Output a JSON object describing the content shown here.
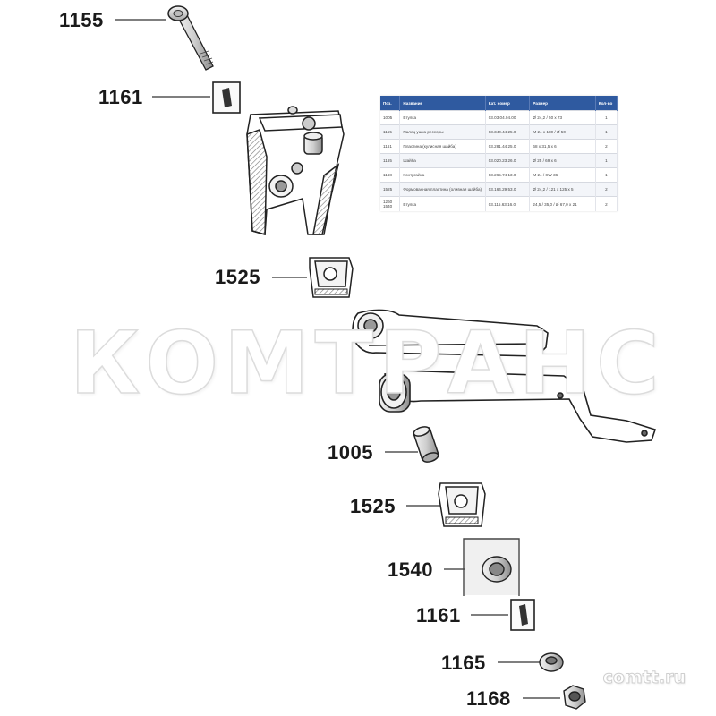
{
  "callouts": {
    "c1155": "1155",
    "c1161a": "1161",
    "c1525a": "1525",
    "c1005": "1005",
    "c1525b": "1525",
    "c1540": "1540",
    "c1161b": "1161",
    "c1165": "1165",
    "c1168": "1168"
  },
  "watermark": "КОМТРАНС",
  "site": "comtt.ru",
  "spec_table": {
    "headers": [
      "Поз.",
      "Название",
      "Кат. номер",
      "Размер",
      "Кол-во"
    ],
    "rows": [
      [
        "1005",
        "Втулка",
        "03.03.04.04.00",
        "Ø 24,2 / 50 x 73",
        "1"
      ],
      [
        "1155",
        "Палец ушка рессоры",
        "03.340.44.25.0",
        "M 24 x 180 / Ø 50",
        "1"
      ],
      [
        "1161",
        "Пластина (кулисная шайба)",
        "03.281.44.25.0",
        "68 x 31,5 x 6",
        "2"
      ],
      [
        "1165",
        "Шайба",
        "03.020.23.26.0",
        "Ø 25 / 69 x 6",
        "1"
      ],
      [
        "1168",
        "Контргайка",
        "03.265.74.13.0",
        "M 24 / SW 36",
        "1"
      ],
      [
        "1525",
        "Формованная пластина (оливная шайба)",
        "03.164.29.53.0",
        "Ø 24,2 / 121 x 125 x 5",
        "2"
      ],
      [
        "1260 1540",
        "Втулка",
        "03.115.63.16.0",
        "24,5 / 35,0 / Ø 67,0 x 21",
        "2"
      ]
    ]
  }
}
